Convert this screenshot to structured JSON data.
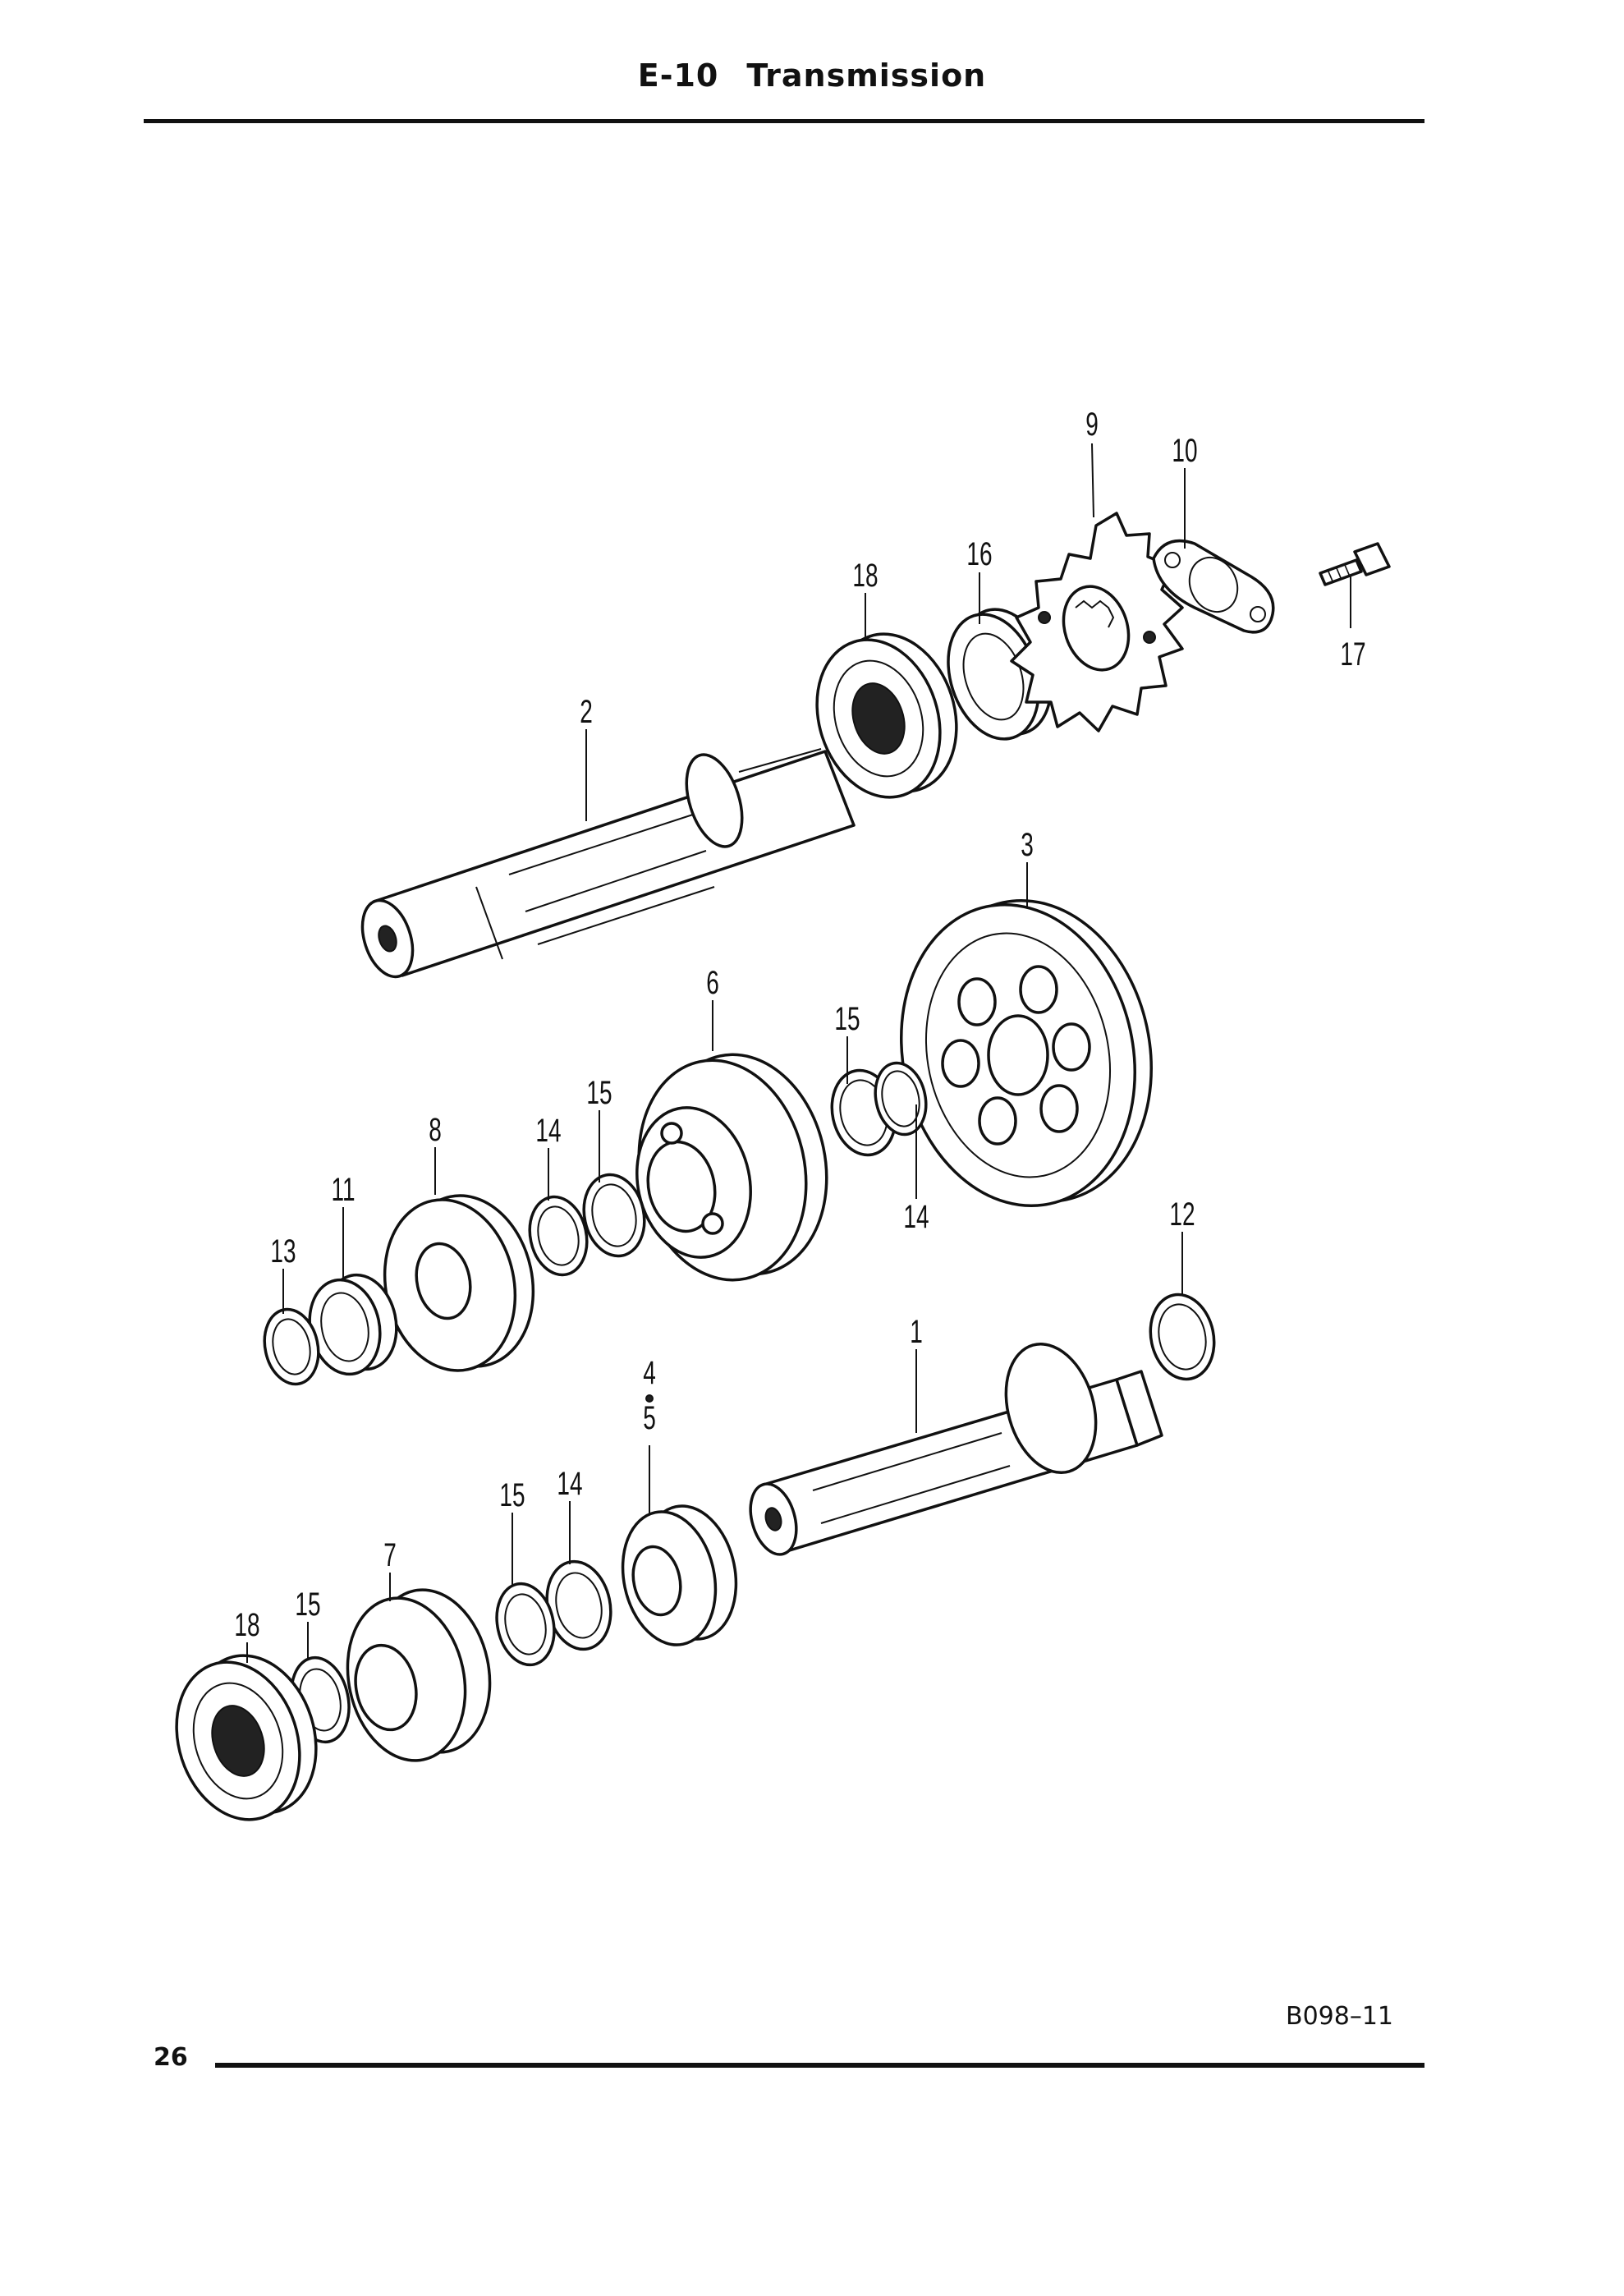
{
  "header": {
    "section_code": "E-10",
    "section_title": "Transmission"
  },
  "footer": {
    "page_number": "26",
    "figure_code": "B098–11"
  },
  "callouts": [
    {
      "id": "c9",
      "text": "9"
    },
    {
      "id": "c10",
      "text": "10"
    },
    {
      "id": "c16",
      "text": "16"
    },
    {
      "id": "c18a",
      "text": "18"
    },
    {
      "id": "c17",
      "text": "17"
    },
    {
      "id": "c2",
      "text": "2"
    },
    {
      "id": "c3",
      "text": "3"
    },
    {
      "id": "c6",
      "text": "6"
    },
    {
      "id": "c15a",
      "text": "15"
    },
    {
      "id": "c15b",
      "text": "15"
    },
    {
      "id": "c14a",
      "text": "14"
    },
    {
      "id": "c14b",
      "text": "14"
    },
    {
      "id": "c8",
      "text": "8"
    },
    {
      "id": "c11",
      "text": "11"
    },
    {
      "id": "c13",
      "text": "13"
    },
    {
      "id": "c12",
      "text": "12"
    },
    {
      "id": "c1",
      "text": "1"
    },
    {
      "id": "c4",
      "text": "4"
    },
    {
      "id": "c5",
      "text": "5"
    },
    {
      "id": "c15c",
      "text": "15"
    },
    {
      "id": "c14c",
      "text": "14"
    },
    {
      "id": "c7",
      "text": "7"
    },
    {
      "id": "c15d",
      "text": "15"
    },
    {
      "id": "c18b",
      "text": "18"
    }
  ]
}
